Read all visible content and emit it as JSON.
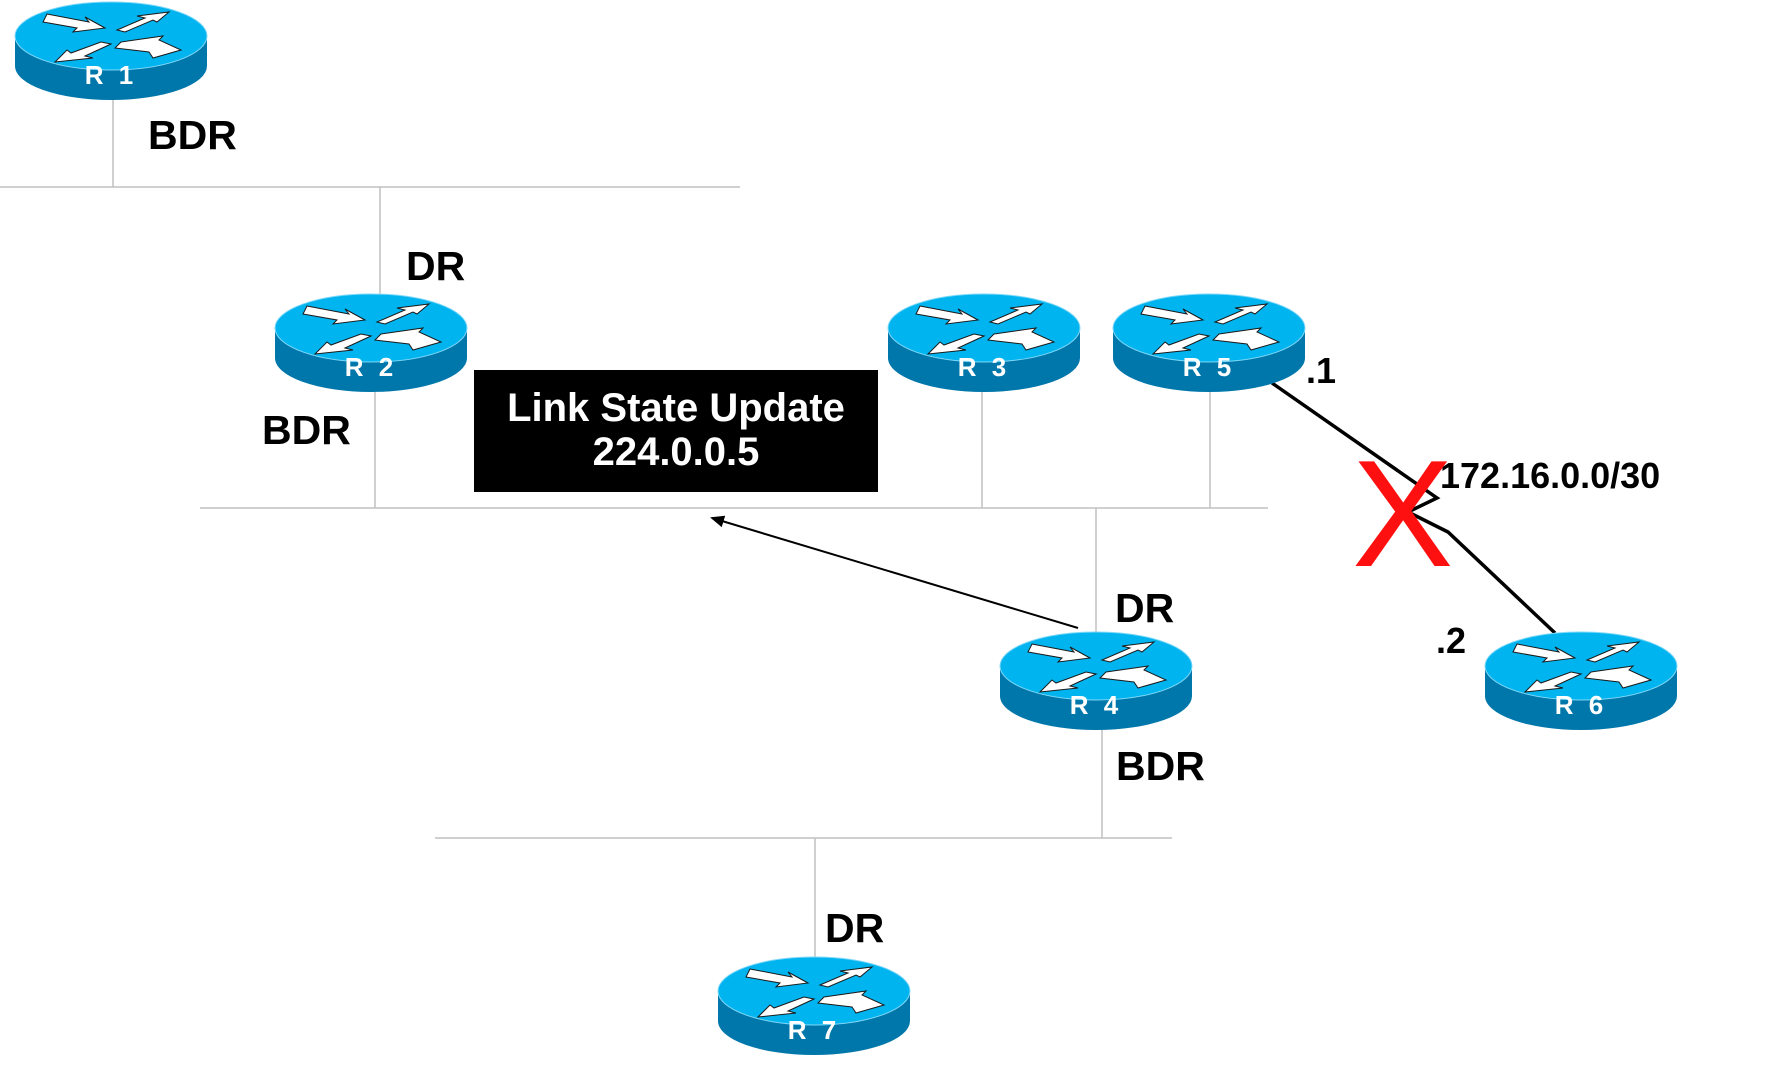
{
  "diagram": {
    "title": "OSPF Link State Update propagation",
    "colors": {
      "router_top": "#00b4f0",
      "router_side": "#0077aa",
      "segment_line": "#c0c0c0",
      "failure_mark": "#ff1010",
      "message_box_bg": "#000000",
      "message_box_text": "#ffffff"
    },
    "routers": [
      {
        "id": "r1",
        "name": "R 1",
        "icon": "router-icon"
      },
      {
        "id": "r2",
        "name": "R 2",
        "icon": "router-icon"
      },
      {
        "id": "r3",
        "name": "R 3",
        "icon": "router-icon"
      },
      {
        "id": "r4",
        "name": "R 4",
        "icon": "router-icon"
      },
      {
        "id": "r5",
        "name": "R 5",
        "icon": "router-icon"
      },
      {
        "id": "r6",
        "name": "R 6",
        "icon": "router-icon"
      },
      {
        "id": "r7",
        "name": "R 7",
        "icon": "router-icon"
      }
    ],
    "role_labels": {
      "r1_bdr": "BDR",
      "r2_dr": "DR",
      "r2_bdr": "BDR",
      "r4_dr": "DR",
      "r4_bdr": "BDR",
      "r7_dr": "DR"
    },
    "message": {
      "line1": "Link State Update",
      "line2": "224.0.0.5"
    },
    "serial_link": {
      "network": "172.16.0.0/30",
      "r5_host": ".1",
      "r6_host": ".2",
      "status": "down",
      "failure_symbol": "X"
    },
    "segments": [
      {
        "name": "segment-r1-r2",
        "members": [
          "R 1",
          "R 2"
        ]
      },
      {
        "name": "segment-r2-r3-r5-r4",
        "members": [
          "R 2",
          "R 3",
          "R 5",
          "R 4"
        ]
      },
      {
        "name": "segment-r4-r7",
        "members": [
          "R 4",
          "R 7"
        ]
      }
    ]
  }
}
